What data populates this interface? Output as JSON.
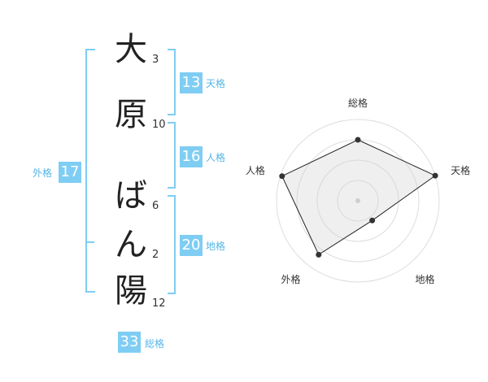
{
  "name": {
    "chars": [
      "大",
      "原",
      "ば",
      "ん",
      "陽"
    ],
    "strokes": [
      "3",
      "10",
      "6",
      "2",
      "12"
    ]
  },
  "kaku": {
    "tenkaku": {
      "value": "13",
      "label": "天格"
    },
    "jinkaku": {
      "value": "16",
      "label": "人格"
    },
    "chikaku": {
      "value": "20",
      "label": "地格"
    },
    "gaikaku": {
      "value": "17",
      "label": "外格"
    },
    "soukaku": {
      "value": "33",
      "label": "総格"
    }
  },
  "colors": {
    "accent": "#7fcdf3",
    "label": "#55b6e6"
  },
  "chart_data": {
    "type": "radar",
    "axes": [
      "総格",
      "天格",
      "地格",
      "外格",
      "人格"
    ],
    "values": [
      0.75,
      1.0,
      0.3,
      0.82,
      0.98
    ],
    "rings": 4,
    "grid": true
  }
}
